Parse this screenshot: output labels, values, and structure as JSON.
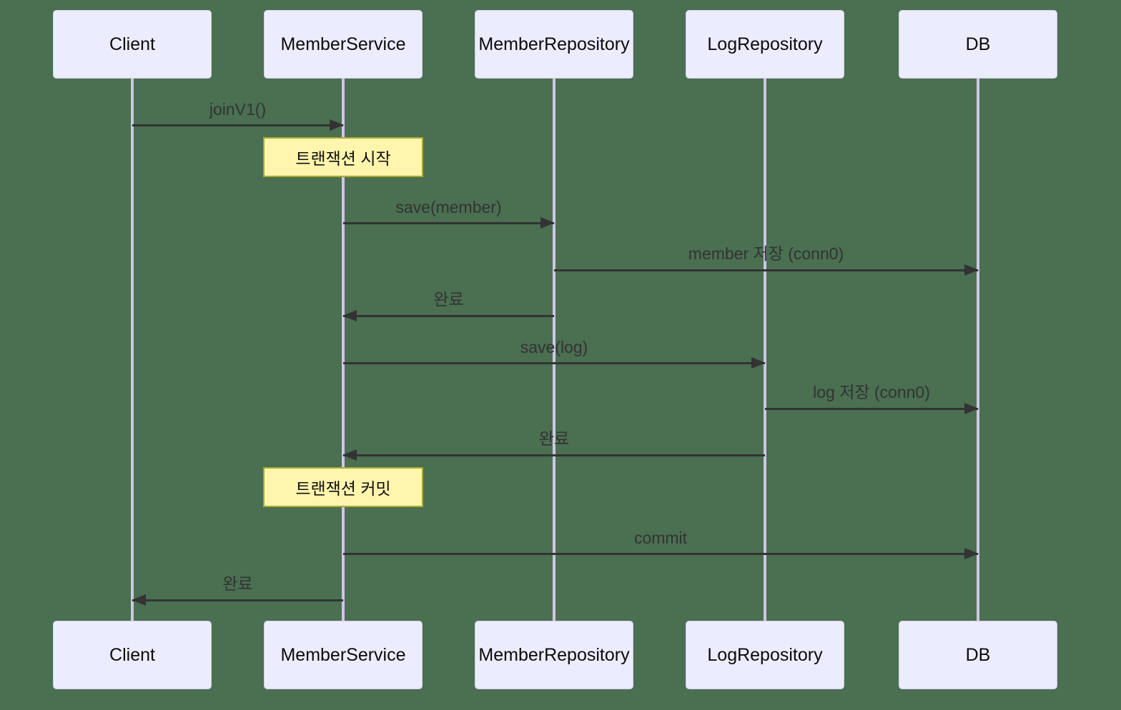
{
  "diagram": {
    "type": "sequence-diagram",
    "colors": {
      "background": "#4a6f51",
      "actor_fill": "#ececff",
      "actor_border": "#d5cdeb",
      "lifeline": "#cfc5e8",
      "arrow": "#333333",
      "note_fill": "#fff5ad",
      "note_border": "#aaaa33"
    },
    "actors": [
      "Client",
      "MemberService",
      "MemberRepository",
      "LogRepository",
      "DB"
    ],
    "messages": [
      {
        "from": "Client",
        "to": "MemberService",
        "label": "joinV1()"
      },
      {
        "from": "MemberService",
        "to": "MemberRepository",
        "label": "save(member)"
      },
      {
        "from": "MemberRepository",
        "to": "DB",
        "label": "member 저장 (conn0)"
      },
      {
        "from": "MemberRepository",
        "to": "MemberService",
        "label": "완료"
      },
      {
        "from": "MemberService",
        "to": "LogRepository",
        "label": "save(log)"
      },
      {
        "from": "LogRepository",
        "to": "DB",
        "label": "log 저장 (conn0)"
      },
      {
        "from": "LogRepository",
        "to": "MemberService",
        "label": "완료"
      },
      {
        "from": "MemberService",
        "to": "DB",
        "label": "commit"
      },
      {
        "from": "MemberService",
        "to": "Client",
        "label": "완료"
      }
    ],
    "notes": [
      {
        "over": "MemberService",
        "label": "트랜잭션 시작"
      },
      {
        "over": "MemberService",
        "label": "트랜잭션 커밋"
      }
    ]
  }
}
